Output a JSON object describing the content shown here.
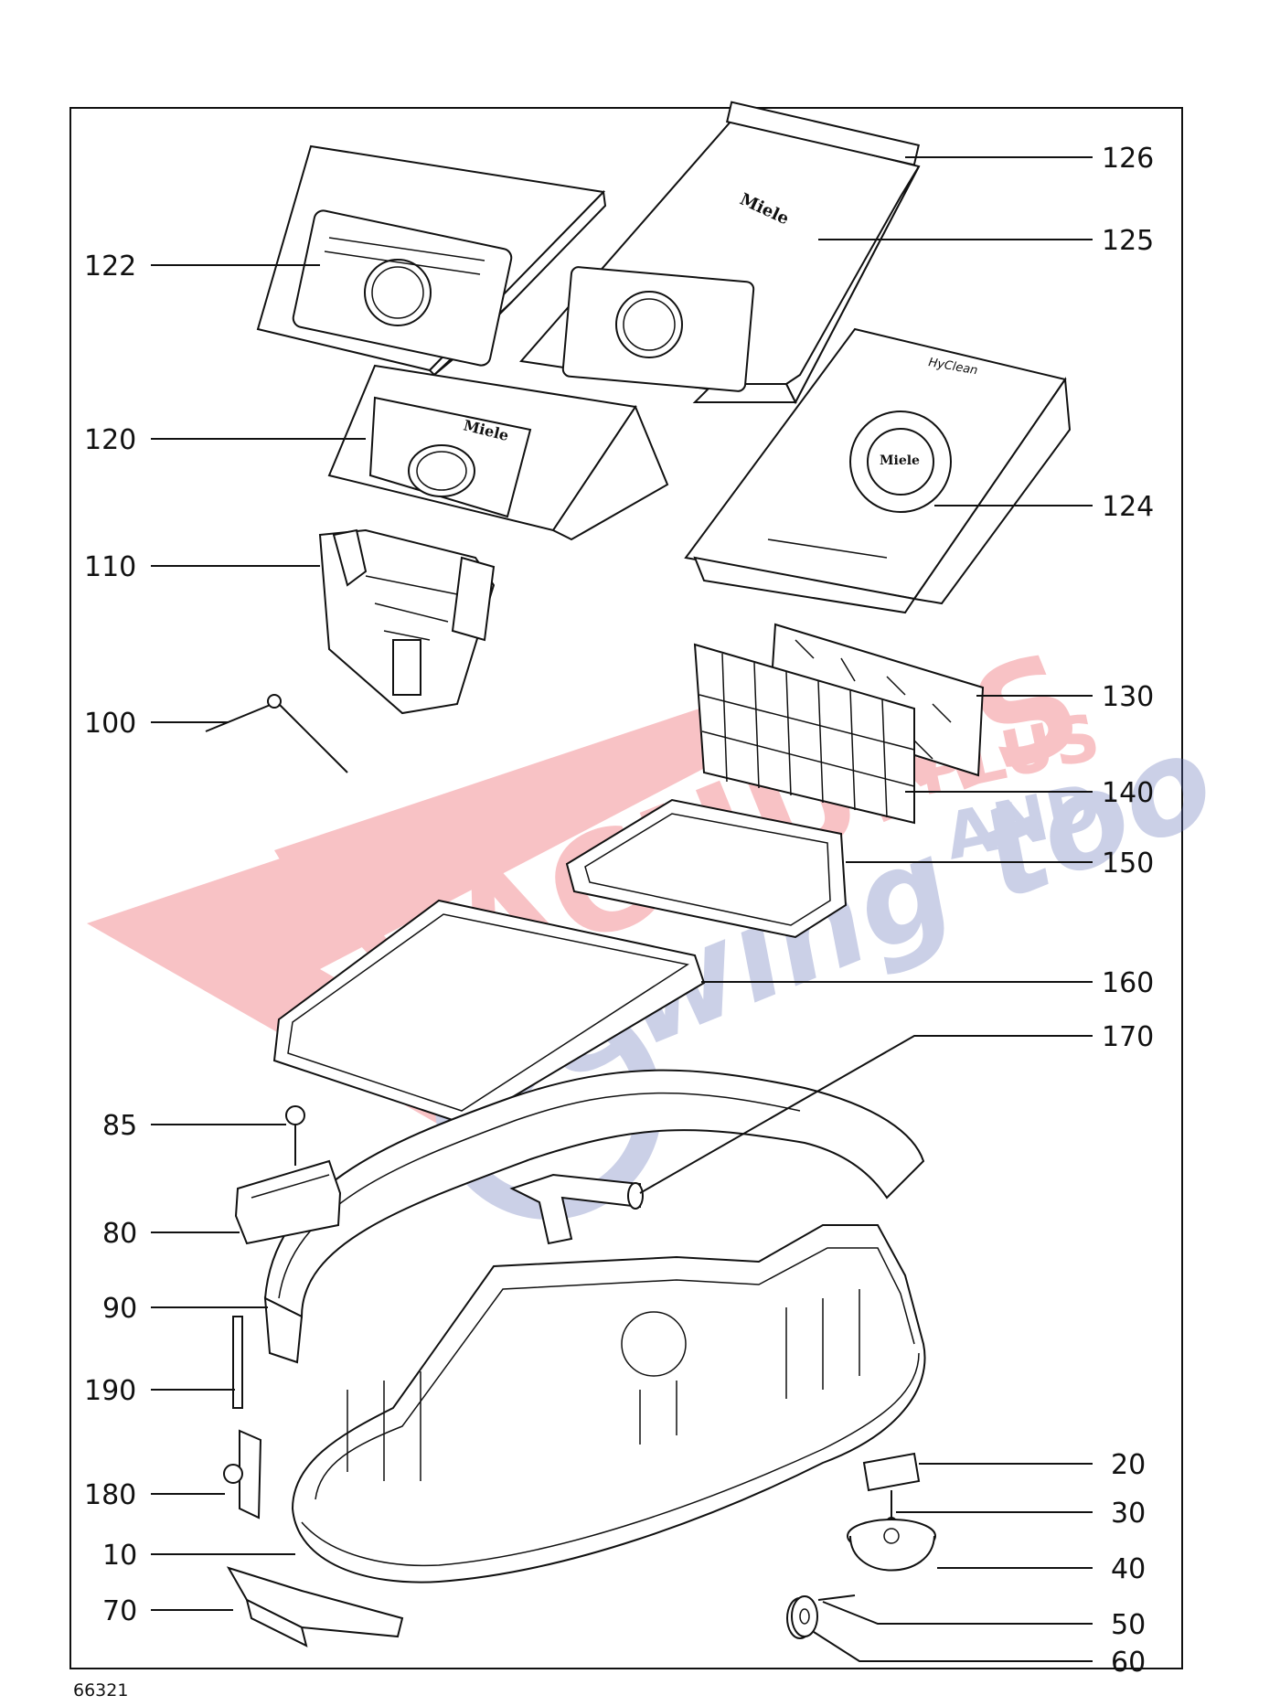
{
  "diagram": {
    "document_number": "66321",
    "part_numbers": [
      "122",
      "126",
      "125",
      "120",
      "110",
      "124",
      "100",
      "130",
      "140",
      "150",
      "160",
      "170",
      "85",
      "80",
      "90",
      "190",
      "20",
      "180",
      "30",
      "10",
      "40",
      "70",
      "50",
      "60"
    ]
  },
  "bag_brand_text": "Miele",
  "hyclean_text": "HyClean",
  "watermark": {
    "brand_line_1": "VACUUMS",
    "brand_line_2": "PLUS",
    "brand_line_3": "AND",
    "brand_line_4": "Sewing too",
    "color_red": "#e8414a",
    "color_blue": "#5b6bb5"
  },
  "colors": {
    "line": "#111111",
    "background": "#ffffff"
  }
}
